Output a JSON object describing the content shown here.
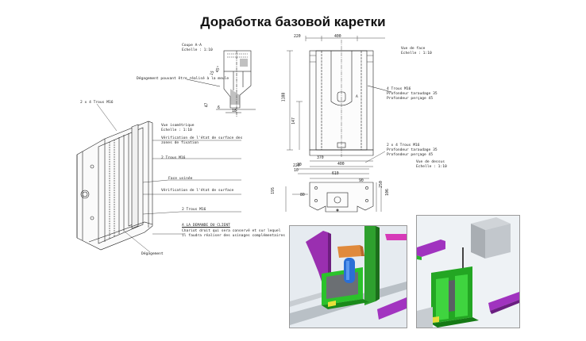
{
  "slide": {
    "title": "Доработка базовой каретки"
  },
  "drawing": {
    "section": {
      "title": "Coupe A-A",
      "scale": "Echelle :  1:10"
    },
    "section_note": "Dégagement pouvant être réalisé à la meule",
    "section_dims": {
      "a": "15",
      "b": "45°",
      "c": "47",
      "d": "18",
      "e": "6"
    },
    "iso_view": {
      "title": "Vue isométrique",
      "scale": "Echelle :  1:10"
    },
    "iso_labels": {
      "holes_top": "2 x 4 Trous M16",
      "surface_check": "Vérification de l'état de surface des",
      "surface_check_2": "zones de fixation",
      "holes_mid": "2 Trous M16",
      "machined_face": "Face  usinée",
      "surface_check_b": "Vérification de l'état de surface",
      "holes_low": "2 Trous M16",
      "client_request": "A LA DEMANDE DU CLIENT",
      "client_note_1": "Chariot droit qui sera conservé et sur lequel",
      "client_note_2": "il faudra réaliser des usinages complémentaires",
      "clearance": "Dégagement"
    },
    "front_view": {
      "title": "Vue de face",
      "scale": "Echelle :  1:10"
    },
    "front_labels": {
      "holes": "4 Trous M16",
      "tap_depth": "Profondeur taraudage 35",
      "drill_depth": "Profondeur perçage 45",
      "section_mark": "A",
      "dim_220": "220",
      "dim_400_top": "400",
      "dim_1188": "1188",
      "dim_147": "147",
      "dim_370": "370",
      "dim_20": "20",
      "dim_400_bottom": "400"
    },
    "top_view": {
      "title": "Vue de dessus",
      "scale": "Echelle :  1:10"
    },
    "top_labels": {
      "holes": "2 x 4 Trous M16",
      "tap_depth": "Profondeur taraudage 35",
      "drill_depth": "Profondeur perçage 45",
      "dim_220": "220",
      "dim_10": "10",
      "dim_610": "610",
      "dim_90": "90",
      "dim_80": "80",
      "dim_195": "195",
      "dim_250": "250",
      "dim_106": "106"
    }
  },
  "renders": {
    "render_1": {
      "caption": ""
    },
    "render_2": {
      "caption": ""
    }
  }
}
